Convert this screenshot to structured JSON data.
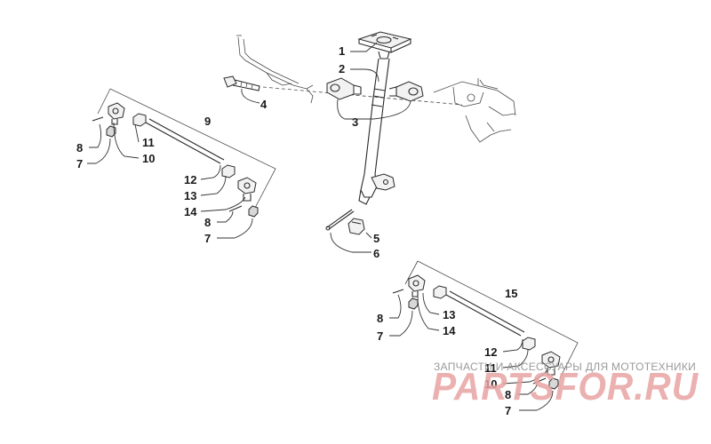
{
  "watermark": {
    "caption": "ЗАПЧАСТИ И АКСЕССУАРЫ ДЛЯ МОТОТЕХНИКИ",
    "logo": "PARTSFOR.RU"
  },
  "callouts": {
    "c1": "1",
    "c2": "2",
    "c3": "3",
    "c4": "4",
    "c5": "5",
    "c6": "6",
    "g9": "9",
    "g15": "15",
    "l8": "8",
    "l7": "7",
    "l11": "11",
    "l10": "10",
    "l12": "12",
    "l13": "13",
    "l14": "14",
    "l8b": "8",
    "l7b": "7",
    "r8": "8",
    "r7": "7",
    "r13": "13",
    "r14": "14",
    "r12": "12",
    "r11": "11",
    "r10": "10",
    "r8b": "8",
    "r7b": "7"
  }
}
